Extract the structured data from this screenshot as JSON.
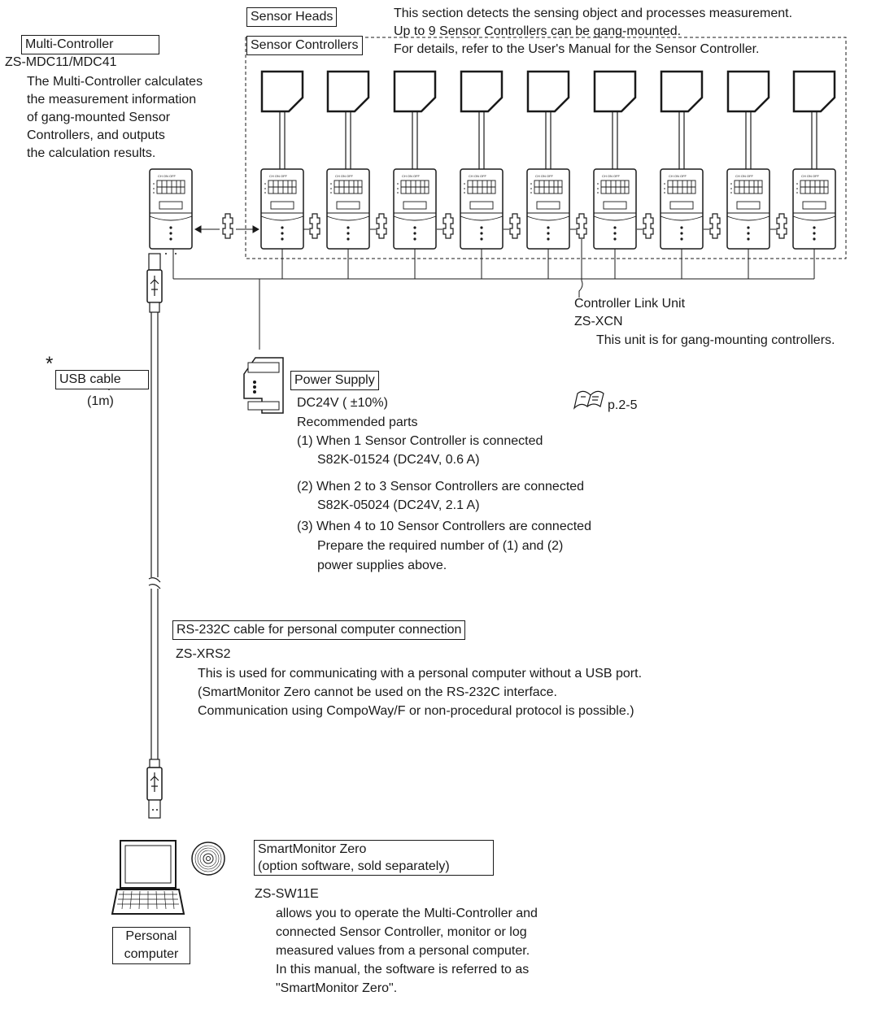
{
  "sensor": {
    "heads_label": "Sensor Heads",
    "controllers_label": "Sensor Controllers",
    "desc": [
      "This section detects the sensing object and processes measurement.",
      "Up to 9 Sensor Controllers can be gang-mounted.",
      "For details, refer to the User's Manual for the Sensor Controller."
    ]
  },
  "multi": {
    "label": "Multi-Controller",
    "model": "ZS-MDC11/MDC41",
    "desc": [
      "The Multi-Controller calculates",
      "the measurement information",
      "of gang-mounted Sensor",
      "Controllers, and outputs",
      "the calculation results."
    ]
  },
  "link": {
    "label": "Controller Link Unit",
    "model": "ZS-XCN",
    "desc": "This unit is for gang-mounting controllers."
  },
  "usb": {
    "asterisk": "*",
    "label": "USB cable",
    "length": "(1m)"
  },
  "power": {
    "label": "Power Supply",
    "voltage": "DC24V ( ±10%)",
    "rec": "Recommended parts",
    "lines": [
      "(1) When 1 Sensor Controller is connected",
      "S82K-01524 (DC24V, 0.6 A)",
      "(2) When 2 to 3 Sensor Controllers are connected",
      "S82K-05024 (DC24V, 2.1 A)",
      "(3) When 4 to 10 Sensor Controllers are connected",
      "Prepare the required number of (1) and (2)",
      "power supplies above."
    ],
    "pageref": "p.2-5"
  },
  "rs232": {
    "label": "RS-232C cable for personal computer connection",
    "model": "ZS-XRS2",
    "desc": [
      "This is used for communicating with a personal computer without a USB port.",
      "(SmartMonitor Zero cannot be used on the RS-232C interface.",
      "Communication using CompoWay/F or non-procedural protocol is possible.)"
    ]
  },
  "software": {
    "label_line1": "SmartMonitor Zero",
    "label_line2": "(option software, sold separately)",
    "model": "ZS-SW11E",
    "desc": [
      "allows you to operate the Multi-Controller and",
      "connected Sensor Controller, monitor or log",
      "measured values from a personal computer.",
      "In this manual, the software is referred to as",
      "\"SmartMonitor Zero\"."
    ]
  },
  "pc": {
    "label_line1": "Personal",
    "label_line2": "computer"
  },
  "icons": [
    "manual-book-icon",
    "usb-symbol-icon",
    "cd-disc-icon",
    "laptop-icon",
    "power-supply-icon",
    "sensor-head-icon",
    "sensor-controller-icon",
    "link-unit-icon"
  ]
}
